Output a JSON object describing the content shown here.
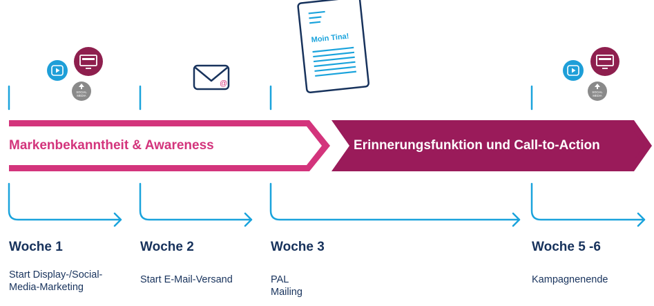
{
  "phases": [
    {
      "label": "Markenbekanntheit & Awareness",
      "color": "#d3347c"
    },
    {
      "label": "Erinnerungsfunktion und Call-to-Action",
      "color": "#9a1b5a"
    }
  ],
  "milestones": [
    {
      "week": "Woche 1",
      "lines": [
        "Start Display-/Social-",
        "Media-Marketing"
      ]
    },
    {
      "week": "Woche 2",
      "lines": [
        "Start E-Mail-Versand"
      ]
    },
    {
      "week": "Woche 3",
      "lines": [
        "PAL",
        "Mailing"
      ]
    },
    {
      "week": "Woche 5 -6",
      "lines": [
        "Kampagnenende"
      ]
    }
  ],
  "letter": {
    "greeting": "Moin Tina!"
  },
  "icons": {
    "social_media_label_line1": "SOCIAL",
    "social_media_label_line2": "MEDIA",
    "names": [
      "video-play-icon",
      "display-monitor-icon",
      "social-media-icon",
      "email-envelope-icon",
      "letter-document-icon"
    ]
  },
  "colors": {
    "timeline_blue": "#1aa3dc",
    "text_navy": "#17325c",
    "awareness_pink": "#d3347c",
    "reminder_plum": "#9a1b5a",
    "display_maroon": "#8e1f4e",
    "video_blue": "#1e9fd8",
    "social_gray": "#8a8a8a"
  }
}
